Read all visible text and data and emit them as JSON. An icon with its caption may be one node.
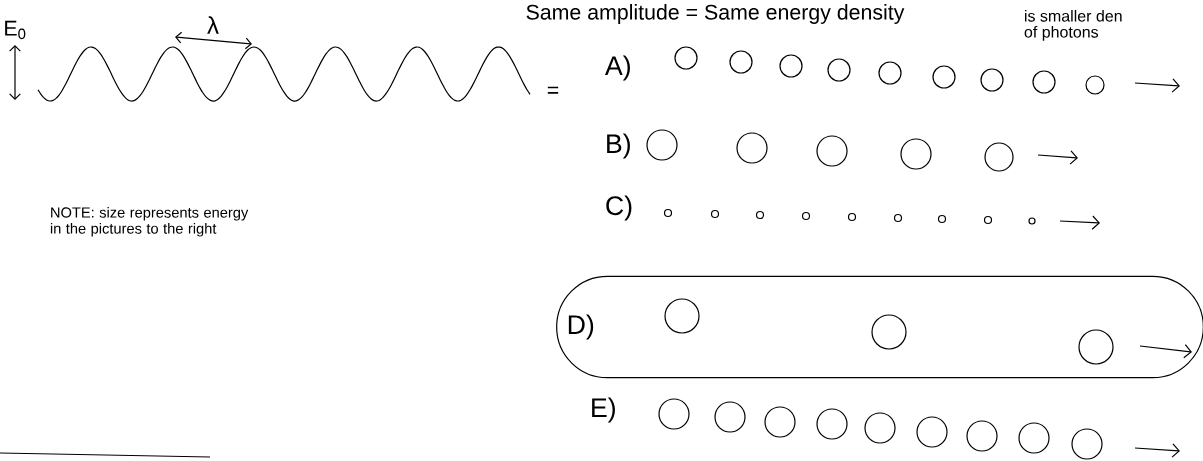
{
  "diagram": {
    "title": "Same amplitude = Same energy density",
    "nodes": [
      {
        "text": [
          "D)"
        ]
      }
    ],
    "labels": [
      "is smaller den of photons",
      "E$_{0}$",
      "λ",
      "=",
      "NOTE: size represents energy in the pictures to the right",
      "A)",
      "B)",
      "C)",
      "E)"
    ]
  }
}
